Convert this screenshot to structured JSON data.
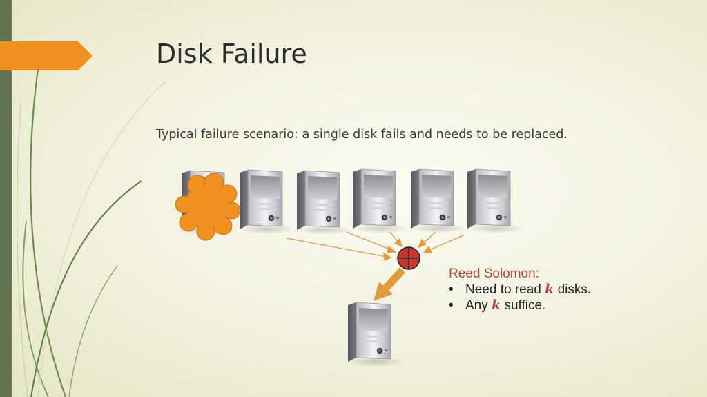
{
  "slide": {
    "title": "Disk Failure",
    "subtitle": "Typical failure scenario: a single disk fails and needs to be replaced."
  },
  "diagram": {
    "source_servers": [
      {
        "label": "",
        "status": "failed"
      },
      {
        "label": "",
        "status": "ok"
      },
      {
        "label": "",
        "status": "ok"
      },
      {
        "label": "",
        "status": "ok"
      },
      {
        "label": "",
        "status": "ok"
      },
      {
        "label": "",
        "status": "ok"
      }
    ],
    "combiner_symbol": "xor-circle",
    "replacement_server": {
      "status": "new"
    }
  },
  "reed_solomon": {
    "heading": "Reed Solomon:",
    "bullets": [
      {
        "before": "Need to read ",
        "var": "k",
        "after": " disks."
      },
      {
        "before": "Any ",
        "var": "k",
        "after": " suffice."
      }
    ]
  },
  "colors": {
    "accent_orange": "#f0901e",
    "sidebar_green": "#627553",
    "combiner_red": "#c8372d",
    "heading_red": "#b8453a",
    "arrow_orange": "#e49a3c"
  },
  "icons": {
    "bullet": "•"
  }
}
